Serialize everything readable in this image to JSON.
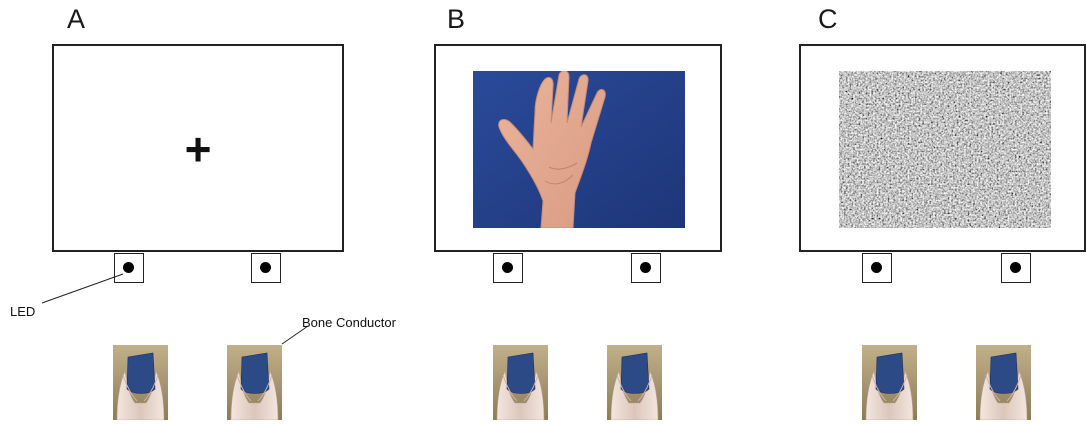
{
  "panels": [
    {
      "letter": "A",
      "content": "fixation-cross",
      "cross_symbol": "+"
    },
    {
      "letter": "B",
      "content": "hand-photo"
    },
    {
      "letter": "C",
      "content": "scrambled-noise"
    }
  ],
  "annotations": {
    "led_label": "LED",
    "bone_conductor_label": "Bone Conductor"
  },
  "colors": {
    "frame": "#222222",
    "hand_photo_background": "#25418e",
    "skin": "#e4ab92",
    "grip_frame": "#b2a07a"
  }
}
